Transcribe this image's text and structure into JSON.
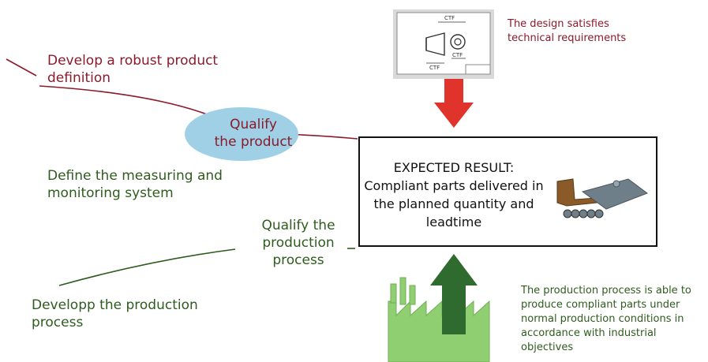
{
  "labels": {
    "robust_definition": "Develop a robust product definition",
    "qualify_product_line1": "Qualify",
    "qualify_product_line2": "the product",
    "measuring_system": "Define the measuring and monitoring system",
    "qualify_process": "Qualify the production process",
    "develop_process": "Developp the production process",
    "design_note": "The design satisfies technical requirements",
    "production_note": "The production process is able to produce compliant parts under normal production conditions in accordance with industrial objectives"
  },
  "result": {
    "heading": "EXPECTED RESULT:",
    "body": "Compliant parts delivered in the planned quantity and leadtime"
  },
  "drawing": {
    "labels": [
      "CTF",
      "CTF",
      "CTF"
    ]
  },
  "colors": {
    "red_text": "#8b1a2b",
    "green_text": "#2e5c1e",
    "ellipse": "#9fd0e6",
    "red_arrow": "#e0332b",
    "green_arrow": "#2f6b2f",
    "factory": "#8fcf72"
  }
}
